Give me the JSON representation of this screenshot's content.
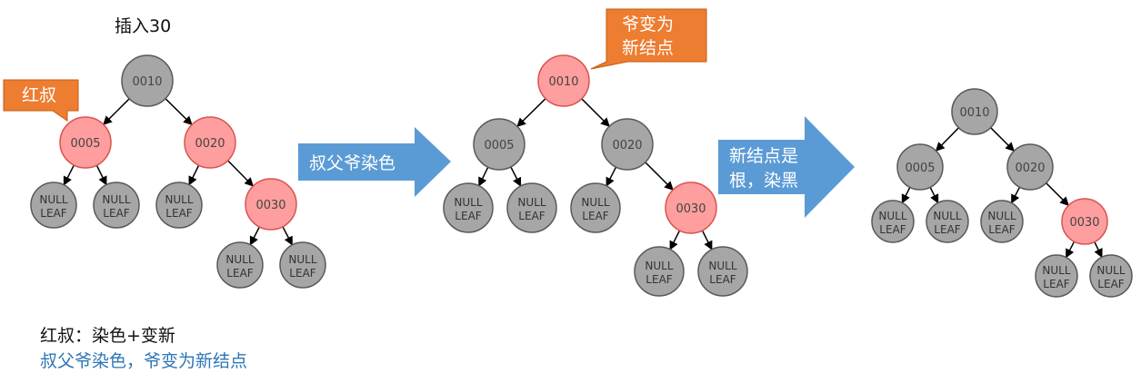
{
  "title": "插入30",
  "callouts": {
    "red_uncle": "红叔",
    "grandpa_new_line1": "爷变为",
    "grandpa_new_line2": "新结点"
  },
  "step_arrows": {
    "step1": "叔父爷染色",
    "step2_line1": "新结点是",
    "step2_line2": "根，染黑"
  },
  "notes": {
    "line1": "红叔：染色+变新",
    "line2": "叔父爷染色，爷变为新结点"
  },
  "leaf_text": {
    "line1": "NULL",
    "line2": "LEAF"
  },
  "colors": {
    "black_node": "#A6A6A6",
    "red_node": "#FF9E9E",
    "callout": "#ED7D31",
    "step_arrow": "#5B9BD5",
    "note_blue": "#2E75B6"
  },
  "trees": [
    {
      "nodes": [
        {
          "label": "0010",
          "color": "black"
        },
        {
          "label": "0005",
          "color": "red"
        },
        {
          "label": "0020",
          "color": "red"
        },
        {
          "label": "0030",
          "color": "red"
        }
      ]
    },
    {
      "nodes": [
        {
          "label": "0010",
          "color": "red"
        },
        {
          "label": "0005",
          "color": "black"
        },
        {
          "label": "0020",
          "color": "black"
        },
        {
          "label": "0030",
          "color": "red"
        }
      ]
    },
    {
      "nodes": [
        {
          "label": "0010",
          "color": "black"
        },
        {
          "label": "0005",
          "color": "black"
        },
        {
          "label": "0020",
          "color": "black"
        },
        {
          "label": "0030",
          "color": "red"
        }
      ]
    }
  ]
}
